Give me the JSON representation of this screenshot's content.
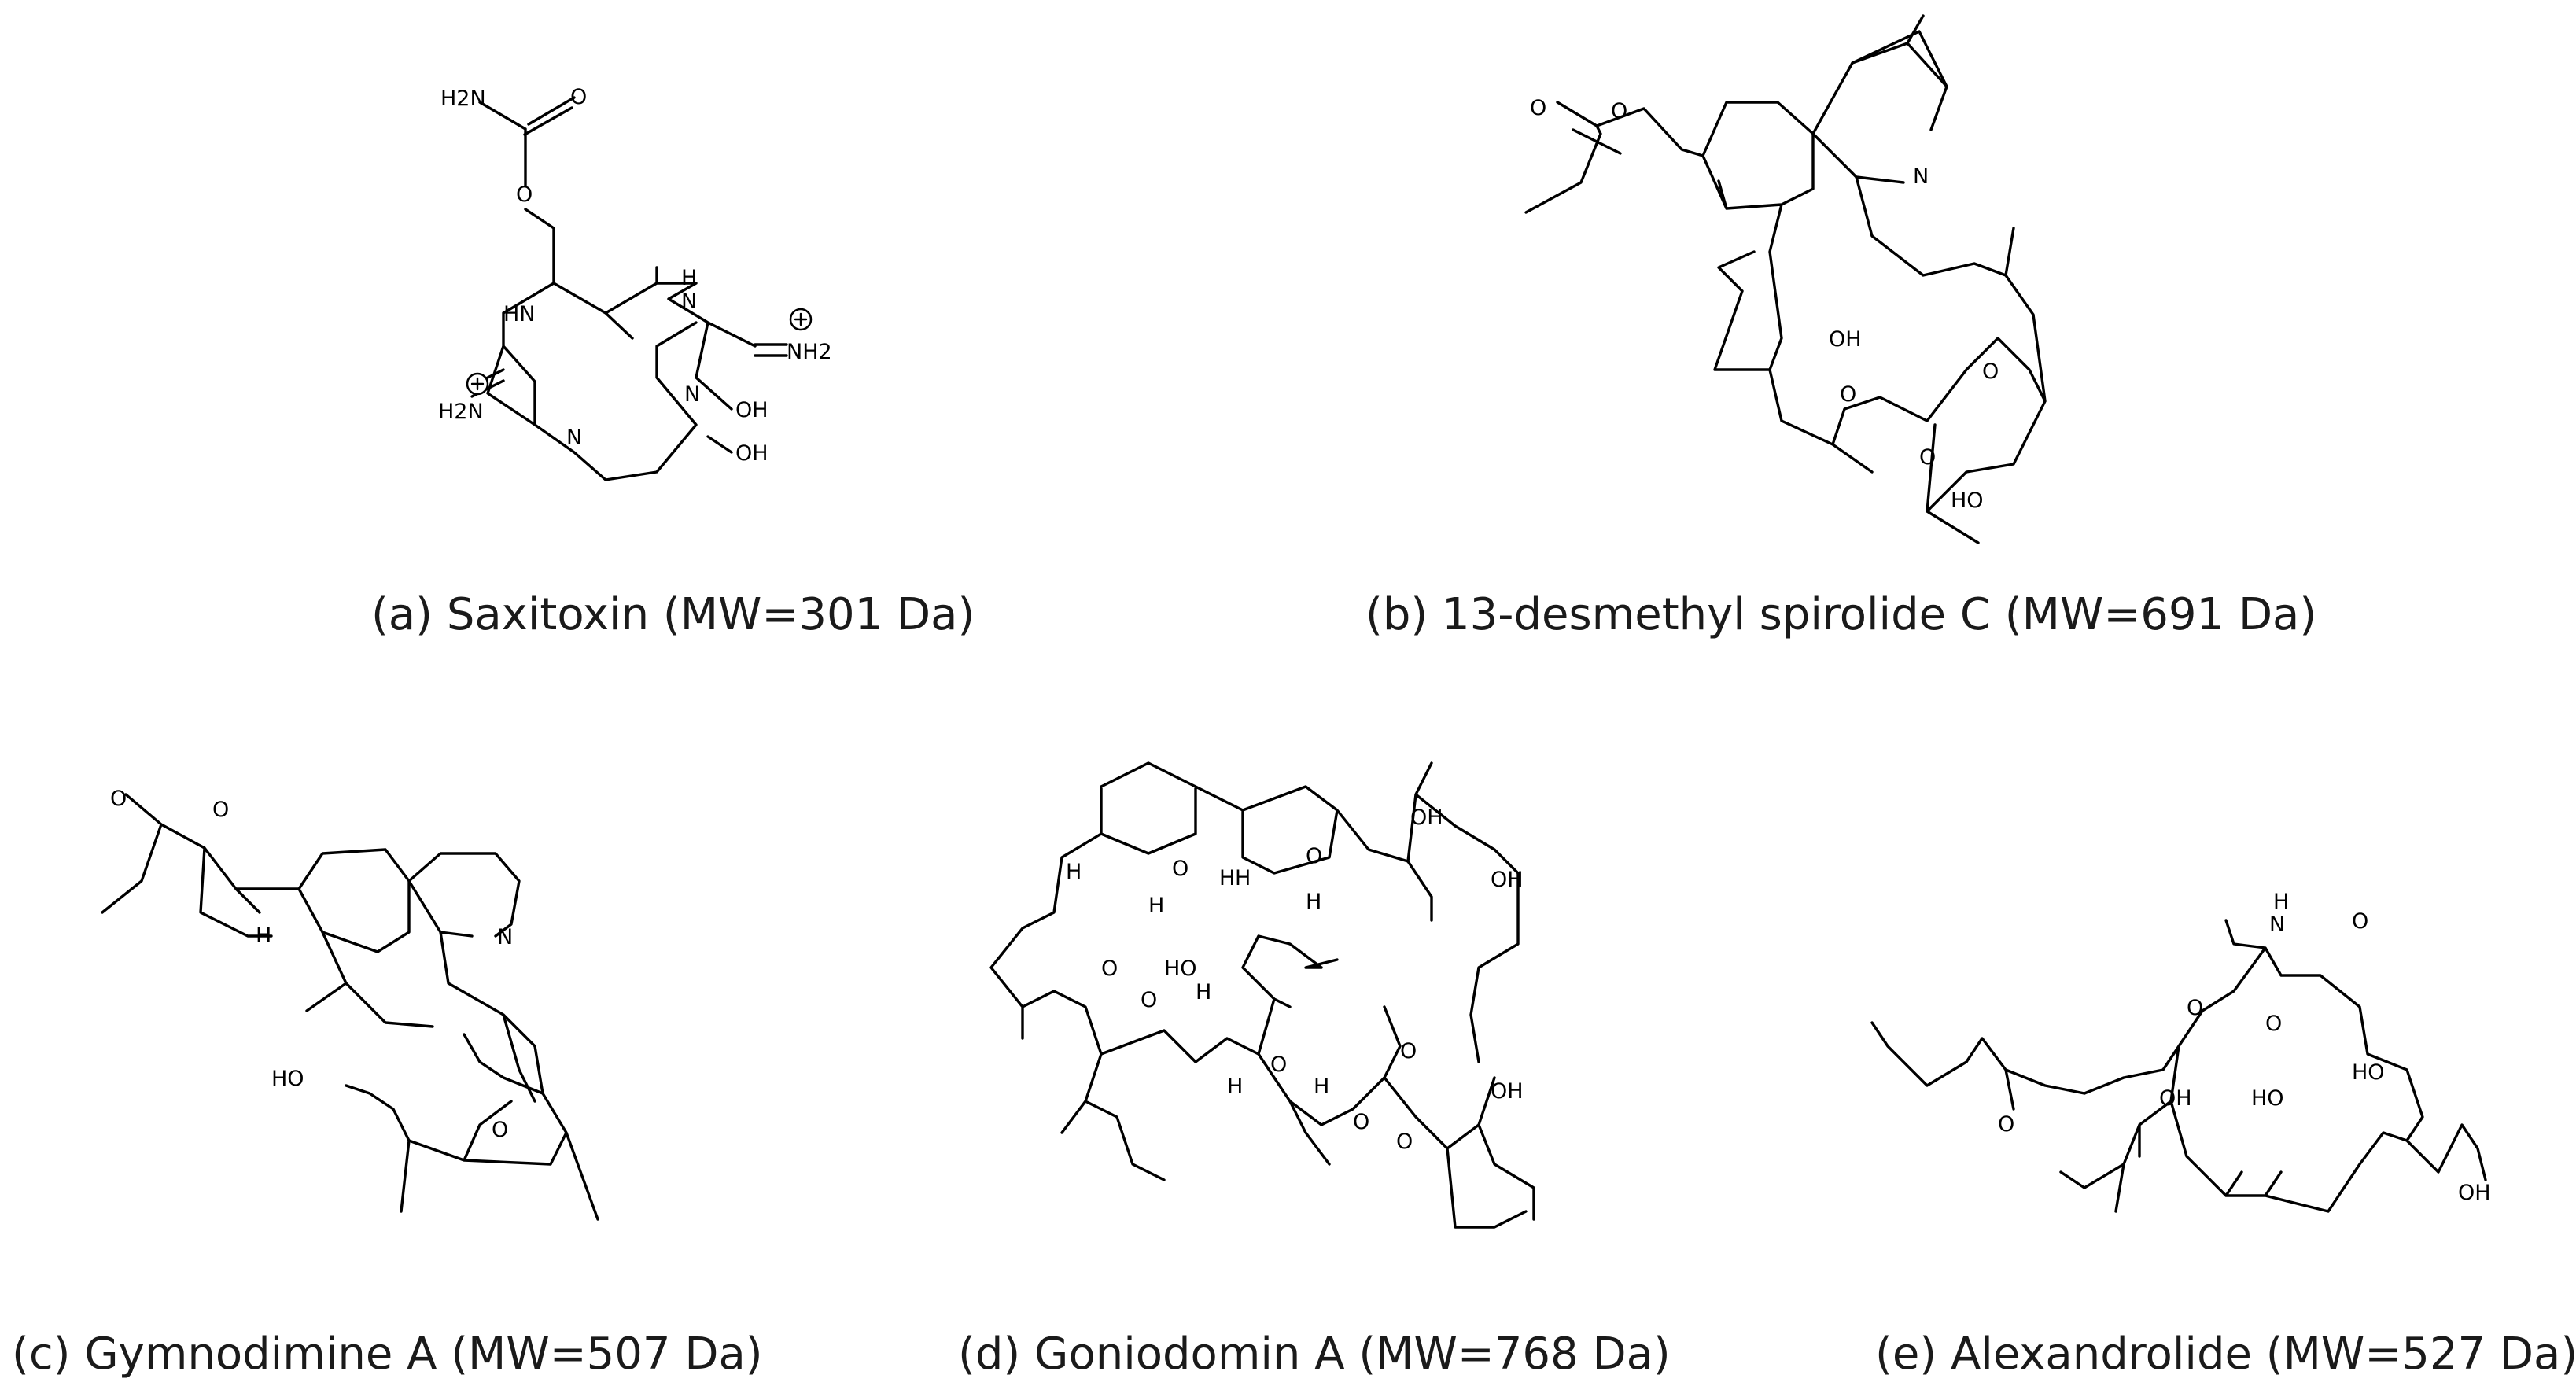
{
  "figure": {
    "panels": [
      {
        "id": "a",
        "caption": "(a) Saxitoxin (MW=301 Da)",
        "atoms": {
          "nh2_amide": "H2N",
          "o_carbonyl": "O",
          "o_ester": "O",
          "nh_left": "HN",
          "nh_right_top": "H\nN",
          "nh2_plus_right": "NH2",
          "nh2_plus_left": "H2N",
          "n_ring_left": "N",
          "n_ring_center": "N",
          "oh_1": "OH",
          "oh_2": "OH"
        },
        "charges": [
          "+",
          "+"
        ]
      },
      {
        "id": "b",
        "caption": "(b) 13-desmethyl spirolide C (MW=691 Da)",
        "atoms": {
          "o_carbonyl": "O",
          "o_lactone": "O",
          "n_imine": "N",
          "oh_side": "OH",
          "o_thf_1": "O",
          "o_thf_2": "O",
          "o_pyran": "O",
          "ho_bottom": "HO"
        }
      },
      {
        "id": "c",
        "caption": "(c) Gymnodimine A (MW=507 Da)",
        "atoms": {
          "o_carbonyl": "O",
          "o_lactone": "O",
          "h_stereo": "H",
          "n_imine": "N",
          "ho_side": "HO",
          "o_thf": "O"
        }
      },
      {
        "id": "d",
        "caption": "(d) Goniodomin A (MW=768 Da)",
        "atoms": {
          "o_pyran_top": "O",
          "o_thf_top": "O",
          "oh_top_1": "OH",
          "oh_top_2": "OH",
          "h_1": "H",
          "h_2": "H",
          "h_3": "H",
          "h_4": "H",
          "h_5": "H",
          "o_spiro_1": "O",
          "o_spiro_2": "O",
          "ho_mid": "HO",
          "h_6": "H",
          "h_7": "H",
          "h_8": "H",
          "o_ring_mid": "O",
          "o_ester": "O",
          "o_carbonyl": "O",
          "oh_bottom": "OH",
          "o_pyran_bottom": "O"
        }
      },
      {
        "id": "e",
        "caption": "(e) Alexandrolide (MW=527 Da)",
        "atoms": {
          "nh": "H\nN",
          "o_amide": "O",
          "o_ester_ring": "O",
          "o_carbonyl": "O",
          "o_ketone": "O",
          "ho_1": "HO",
          "oh_1": "OH",
          "ho_2": "HO",
          "oh_2": "OH"
        }
      }
    ]
  }
}
